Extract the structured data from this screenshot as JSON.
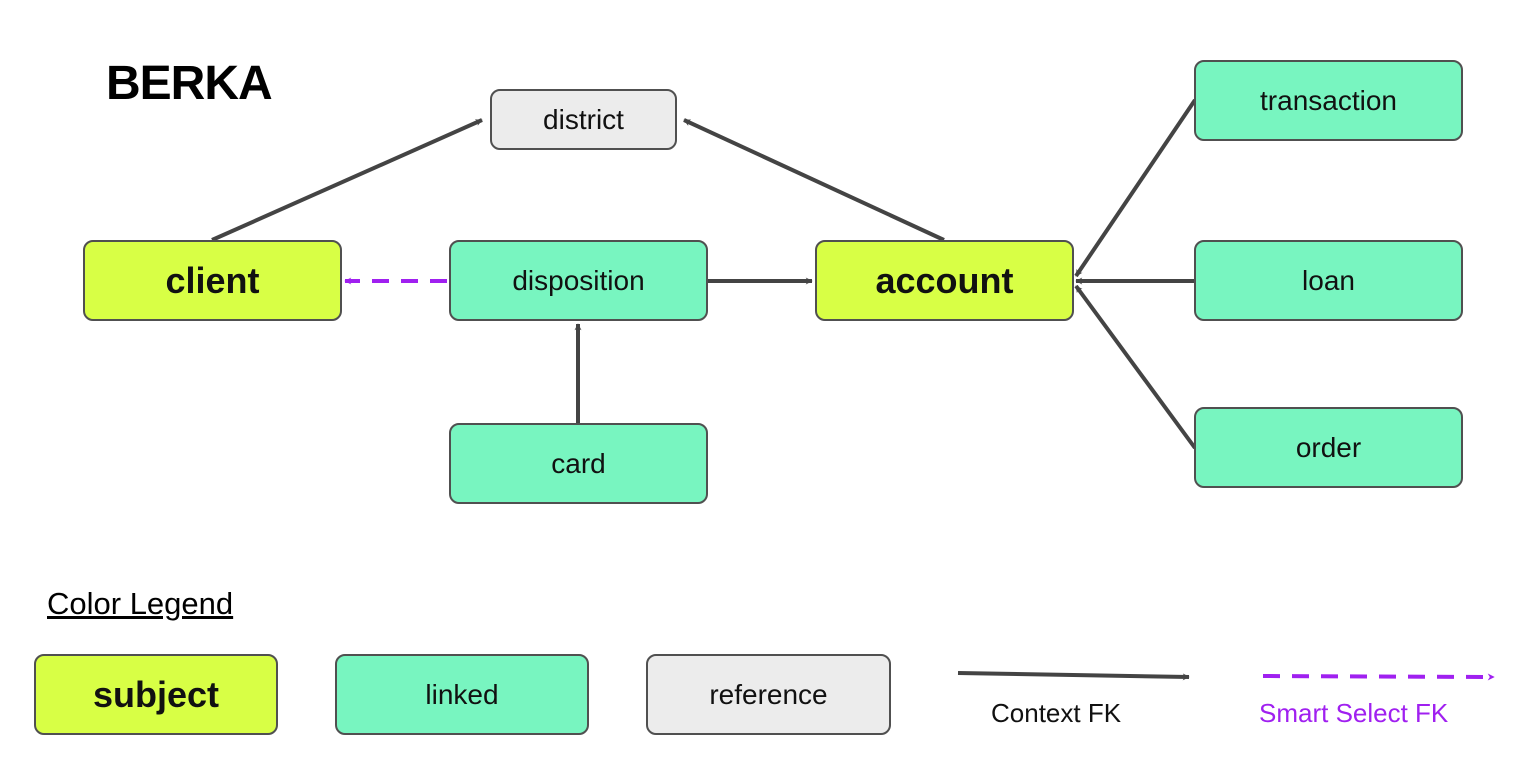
{
  "title": "BERKA",
  "colors": {
    "subject": "#d8ff45",
    "linked": "#78f5c0",
    "reference": "#ececec",
    "border": "#505050",
    "context_fk": "#444444",
    "smart_select_fk": "#a020f0"
  },
  "nodes": {
    "district": {
      "label": "district",
      "kind": "reference"
    },
    "client": {
      "label": "client",
      "kind": "subject"
    },
    "disposition": {
      "label": "disposition",
      "kind": "linked"
    },
    "account": {
      "label": "account",
      "kind": "subject"
    },
    "card": {
      "label": "card",
      "kind": "linked"
    },
    "transaction": {
      "label": "transaction",
      "kind": "linked"
    },
    "loan": {
      "label": "loan",
      "kind": "linked"
    },
    "order": {
      "label": "order",
      "kind": "linked"
    }
  },
  "edges": [
    {
      "from": "client",
      "to": "district",
      "type": "context_fk"
    },
    {
      "from": "account",
      "to": "district",
      "type": "context_fk"
    },
    {
      "from": "disposition",
      "to": "client",
      "type": "smart_select_fk"
    },
    {
      "from": "disposition",
      "to": "account",
      "type": "context_fk"
    },
    {
      "from": "card",
      "to": "disposition",
      "type": "context_fk"
    },
    {
      "from": "transaction",
      "to": "account",
      "type": "context_fk"
    },
    {
      "from": "loan",
      "to": "account",
      "type": "context_fk"
    },
    {
      "from": "order",
      "to": "account",
      "type": "context_fk"
    }
  ],
  "legend": {
    "title": "Color Legend",
    "subject": "subject",
    "linked": "linked",
    "reference": "reference",
    "context_fk": "Context FK",
    "smart_select_fk": "Smart Select FK"
  }
}
